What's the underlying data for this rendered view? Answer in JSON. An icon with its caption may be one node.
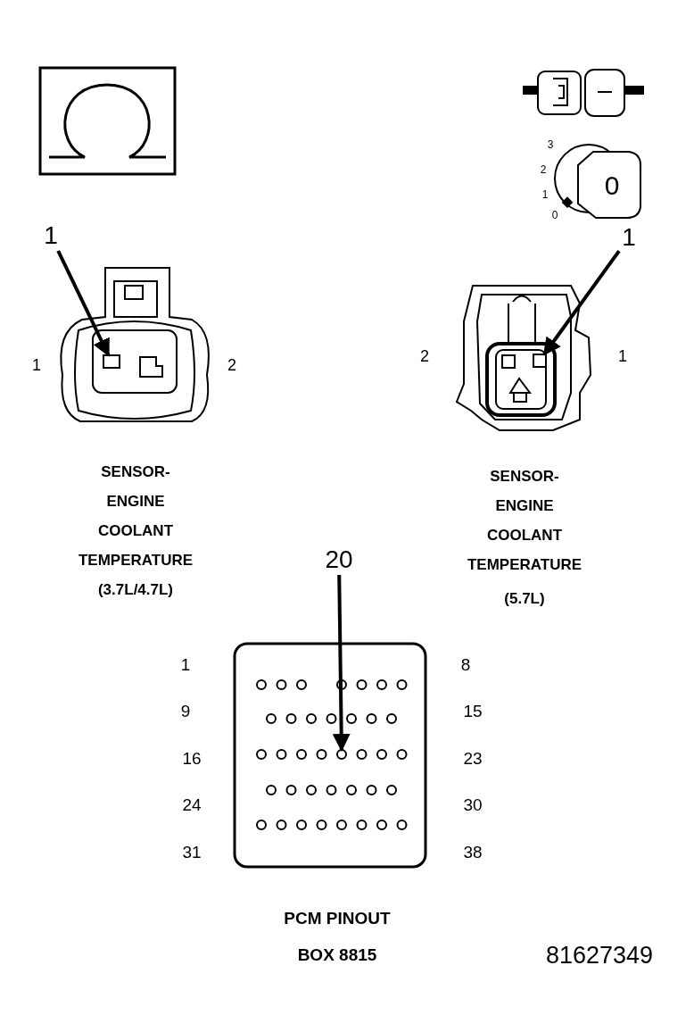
{
  "diagram": {
    "nodes": [
      {
        "text": [
          "1"
        ]
      },
      {
        "text": [],
        "shape": "box"
      },
      {
        "text": [
          "1"
        ]
      },
      {
        "text": [],
        "shape": "box"
      },
      {
        "text": [
          "20"
        ]
      },
      {
        "text": [],
        "shape": "circle"
      }
    ],
    "edges": [
      {
        "from": 0,
        "to": 1,
        "arrow": "to"
      },
      {
        "from": 2,
        "to": 3,
        "arrow": "to"
      },
      {
        "from": 4,
        "to": 5,
        "arrow": "to"
      }
    ],
    "labels": [
      "3",
      "2",
      "1",
      "0",
      "0",
      "1",
      "2",
      "2",
      "1",
      "SENSOR- ENGINE COOLANT TEMPERATURE",
      "(3.7L/4.7L)",
      "SENSOR- ENGINE COOLANT TEMPERATURE",
      "(5.7L)",
      "1",
      "8",
      "9",
      "15",
      "16",
      "23",
      "24",
      "30",
      "31",
      "38",
      "PCM PINOUT",
      "BOX 8815",
      "81627349"
    ]
  }
}
